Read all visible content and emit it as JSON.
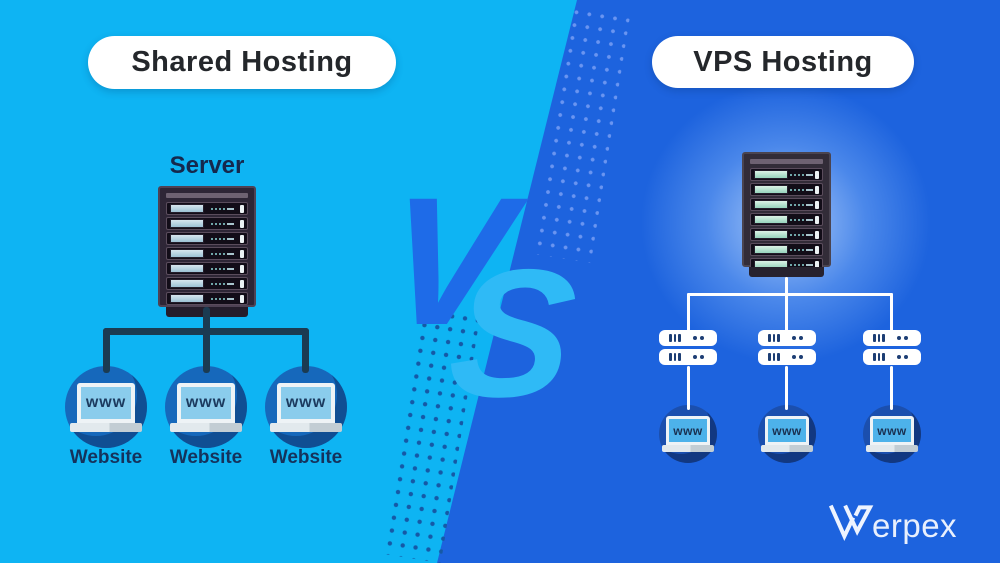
{
  "left": {
    "title": "Shared Hosting",
    "server_label": "Server",
    "websites": [
      {
        "www": "www",
        "label": "Website"
      },
      {
        "www": "www",
        "label": "Website"
      },
      {
        "www": "www",
        "label": "Website"
      }
    ]
  },
  "right": {
    "title": "VPS Hosting",
    "websites": [
      {
        "www": "www"
      },
      {
        "www": "www"
      },
      {
        "www": "www"
      }
    ]
  },
  "versus": {
    "v": "V",
    "s": "S"
  },
  "brand": {
    "name": "erpex",
    "mark": "verpex-w-mark"
  },
  "colors": {
    "left_background": "#0eb4f3",
    "right_background": "#1d63de",
    "left_node": "#1668bb",
    "right_node": "#1b4fae",
    "left_wire": "#1b3b52",
    "right_wire": "#ffffff",
    "pill_background": "#ffffff",
    "title_text": "#24272b",
    "label_text": "#15325c"
  }
}
